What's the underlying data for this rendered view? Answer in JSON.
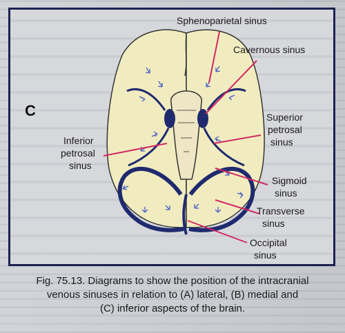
{
  "figure": {
    "panel_letter": "C",
    "labels": {
      "sphenoparietal": "Sphenoparietal sinus",
      "cavernous": "Cavernous sinus",
      "superior_petrosal_1": "Superior",
      "superior_petrosal_2": "petrosal",
      "superior_petrosal_3": "sinus",
      "inferior_petrosal_1": "Inferior",
      "inferior_petrosal_2": "petrosal",
      "inferior_petrosal_3": "sinus",
      "sigmoid_1": "Sigmoid",
      "sigmoid_2": "sinus",
      "transverse_1": "Transverse",
      "transverse_2": "sinus",
      "occipital_1": "Occipital",
      "occipital_2": "sinus"
    }
  },
  "caption": {
    "line1": "Fig. 75.13. Diagrams to show the position of the intracranial",
    "line2": "venous sinuses in relation to (A) lateral, (B) medial and",
    "line3": "(C) inferior aspects of the brain."
  },
  "colors": {
    "brain_fill": "#f1ecc0",
    "sinus": "#1f2a6e",
    "leader_line": "#d02a62",
    "arrow": "#4a5fc0"
  }
}
